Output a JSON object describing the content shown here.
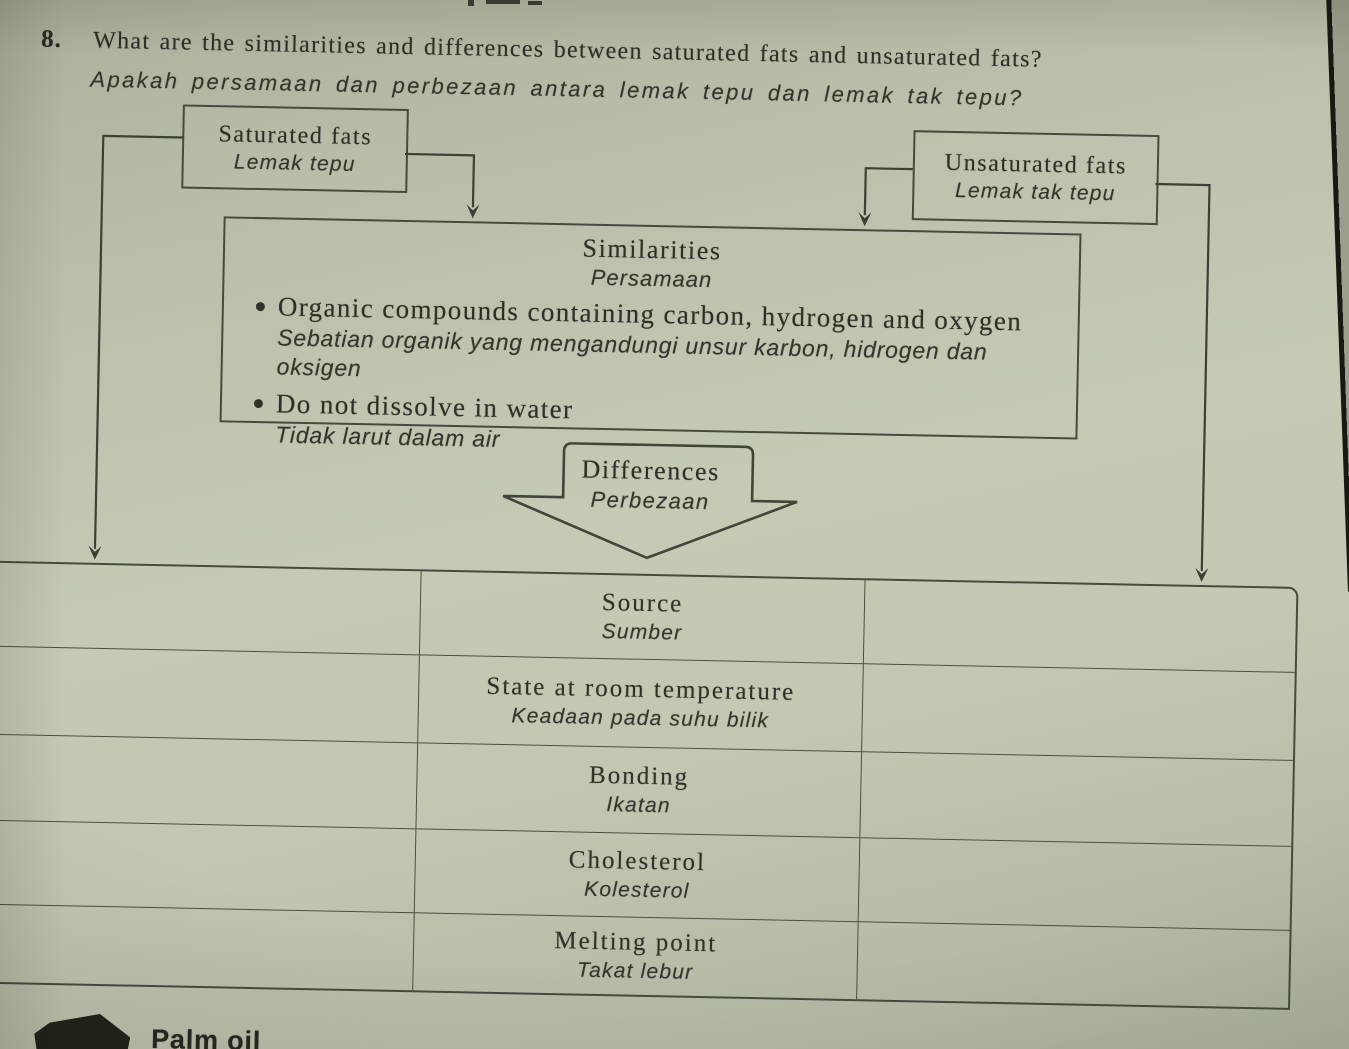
{
  "question": {
    "number": "8.",
    "text_en": "What are the similarities and differences between saturated fats and unsaturated fats?",
    "text_ms": "Apakah persamaan dan perbezaan antara lemak tepu dan lemak tak tepu?"
  },
  "nodes": {
    "saturated": {
      "label_en": "Saturated fats",
      "label_ms": "Lemak tepu"
    },
    "unsaturated": {
      "label_en": "Unsaturated fats",
      "label_ms": "Lemak tak tepu"
    }
  },
  "similarities": {
    "title_en": "Similarities",
    "title_ms": "Persamaan",
    "points": [
      {
        "en": "Organic compounds containing carbon, hydrogen and oxygen",
        "ms": "Sebatian organik yang mengandungi unsur karbon, hidrogen dan oksigen"
      },
      {
        "en": "Do not dissolve in water",
        "ms": "Tidak larut dalam air"
      }
    ]
  },
  "differences": {
    "title_en": "Differences",
    "title_ms": "Perbezaan"
  },
  "comparison_table": {
    "rows": [
      {
        "label_en": "Source",
        "label_ms": "Sumber"
      },
      {
        "label_en": "State at room temperature",
        "label_ms": "Keadaan pada suhu bilik"
      },
      {
        "label_en": "Bonding",
        "label_ms": "Ikatan"
      },
      {
        "label_en": "Cholesterol",
        "label_ms": "Kolesterol"
      },
      {
        "label_en": "Melting point",
        "label_ms": "Takat lebur"
      }
    ]
  },
  "footer": {
    "partial_label": "Palm oil"
  },
  "colors": {
    "paper": "#c1c7b1",
    "ink": "#2b3126",
    "line": "#454c3d",
    "edge_shadow": "#171a12"
  }
}
